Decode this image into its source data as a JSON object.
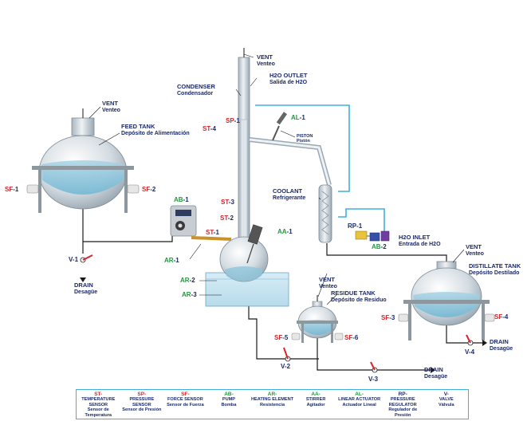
{
  "labels": {
    "vent_condenser": {
      "en": "VENT",
      "es": "Venteo"
    },
    "h2o_outlet": {
      "en": "H2O OUTLET",
      "es": "Salida de H2O"
    },
    "condenser": {
      "en": "CONDENSER",
      "es": "Condensador"
    },
    "vent_feed": {
      "en": "VENT",
      "es": "Venteo"
    },
    "feed_tank": {
      "en": "FEED TANK",
      "es": "Depósito de Alimentación"
    },
    "piston": {
      "en": "PISTON",
      "es": "Pistón"
    },
    "coolant": {
      "en": "COOLANT",
      "es": "Refrigerante"
    },
    "h2o_inlet": {
      "en": "H2O INLET",
      "es": "Entrada de H2O"
    },
    "vent_distillate": {
      "en": "VENT",
      "es": "Venteo"
    },
    "distillate_tank": {
      "en": "DISTILLATE TANK",
      "es": "Depósito Destilado"
    },
    "drain_feed": {
      "en": "DRAIN",
      "es": "Desagüe"
    },
    "vent_residue": {
      "en": "VENT",
      "es": "Venteo"
    },
    "residue_tank": {
      "en": "RESIDUE TANK",
      "es": "Depósito de Residuo"
    },
    "drain_distillate": {
      "en": "DRAIN",
      "es": "Desagüe"
    },
    "drain_residue": {
      "en": "DRAIN",
      "es": "Desagüe"
    }
  },
  "tags": {
    "sp1": {
      "prefix": "SP",
      "num": "-1"
    },
    "st4": {
      "prefix": "ST",
      "num": "-4"
    },
    "al1": {
      "prefix": "AL",
      "num": "-1"
    },
    "sf1": {
      "prefix": "SF",
      "num": "-1"
    },
    "sf2": {
      "prefix": "SF",
      "num": "-2"
    },
    "ab1": {
      "prefix": "AB",
      "num": "-1"
    },
    "st3": {
      "prefix": "ST",
      "num": "-3"
    },
    "st2": {
      "prefix": "ST",
      "num": "-2"
    },
    "st1": {
      "prefix": "ST",
      "num": "-1"
    },
    "aa1": {
      "prefix": "AA",
      "num": "-1"
    },
    "rp1": {
      "prefix": "RP",
      "num": "-1"
    },
    "ab2": {
      "prefix": "AB",
      "num": "-2"
    },
    "v1": {
      "prefix": "V",
      "num": "-1"
    },
    "ar1": {
      "prefix": "AR",
      "num": "-1"
    },
    "ar2": {
      "prefix": "AR",
      "num": "-2"
    },
    "ar3": {
      "prefix": "AR",
      "num": "-3"
    },
    "sf3": {
      "prefix": "SF",
      "num": "-3"
    },
    "sf4": {
      "prefix": "SF",
      "num": "-4"
    },
    "v4": {
      "prefix": "V",
      "num": "-4"
    },
    "sf5": {
      "prefix": "SF",
      "num": "-5"
    },
    "sf6": {
      "prefix": "SF",
      "num": "-6"
    },
    "v2": {
      "prefix": "V",
      "num": "-2"
    },
    "v3": {
      "prefix": "V",
      "num": "-3"
    }
  },
  "legend": [
    {
      "code": "ST-",
      "en": "TEMPERATURE SENSOR",
      "es": "Sensor de Temperatura",
      "color": "red"
    },
    {
      "code": "SP-",
      "en": "PRESSURE SENSOR",
      "es": "Sensor de Presión",
      "color": "red"
    },
    {
      "code": "SF-",
      "en": "FORCE SENSOR",
      "es": "Sensor de Fuerza",
      "color": "red"
    },
    {
      "code": "AB-",
      "en": "PUMP",
      "es": "Bomba",
      "color": "green"
    },
    {
      "code": "AR-",
      "en": "HEATING ELEMENT",
      "es": "Resistencia",
      "color": "green"
    },
    {
      "code": "AA-",
      "en": "STIRRER",
      "es": "Agitador",
      "color": "green"
    },
    {
      "code": "AL-",
      "en": "LINEAR ACTUATOR",
      "es": "Actuador Lineal",
      "color": "green"
    },
    {
      "code": "RP-",
      "en": "PRESSURE REGULATOR",
      "es": "Regulador de Presión",
      "color": "navy"
    },
    {
      "code": "V-",
      "en": "VALVE",
      "es": "Válvula",
      "color": "navy"
    }
  ],
  "colors": {
    "sensor": "#d9242b",
    "actuator": "#1e9a3c",
    "text": "#1b2a6b",
    "water": "#3fb0e0",
    "glass": "#c9d3db"
  }
}
